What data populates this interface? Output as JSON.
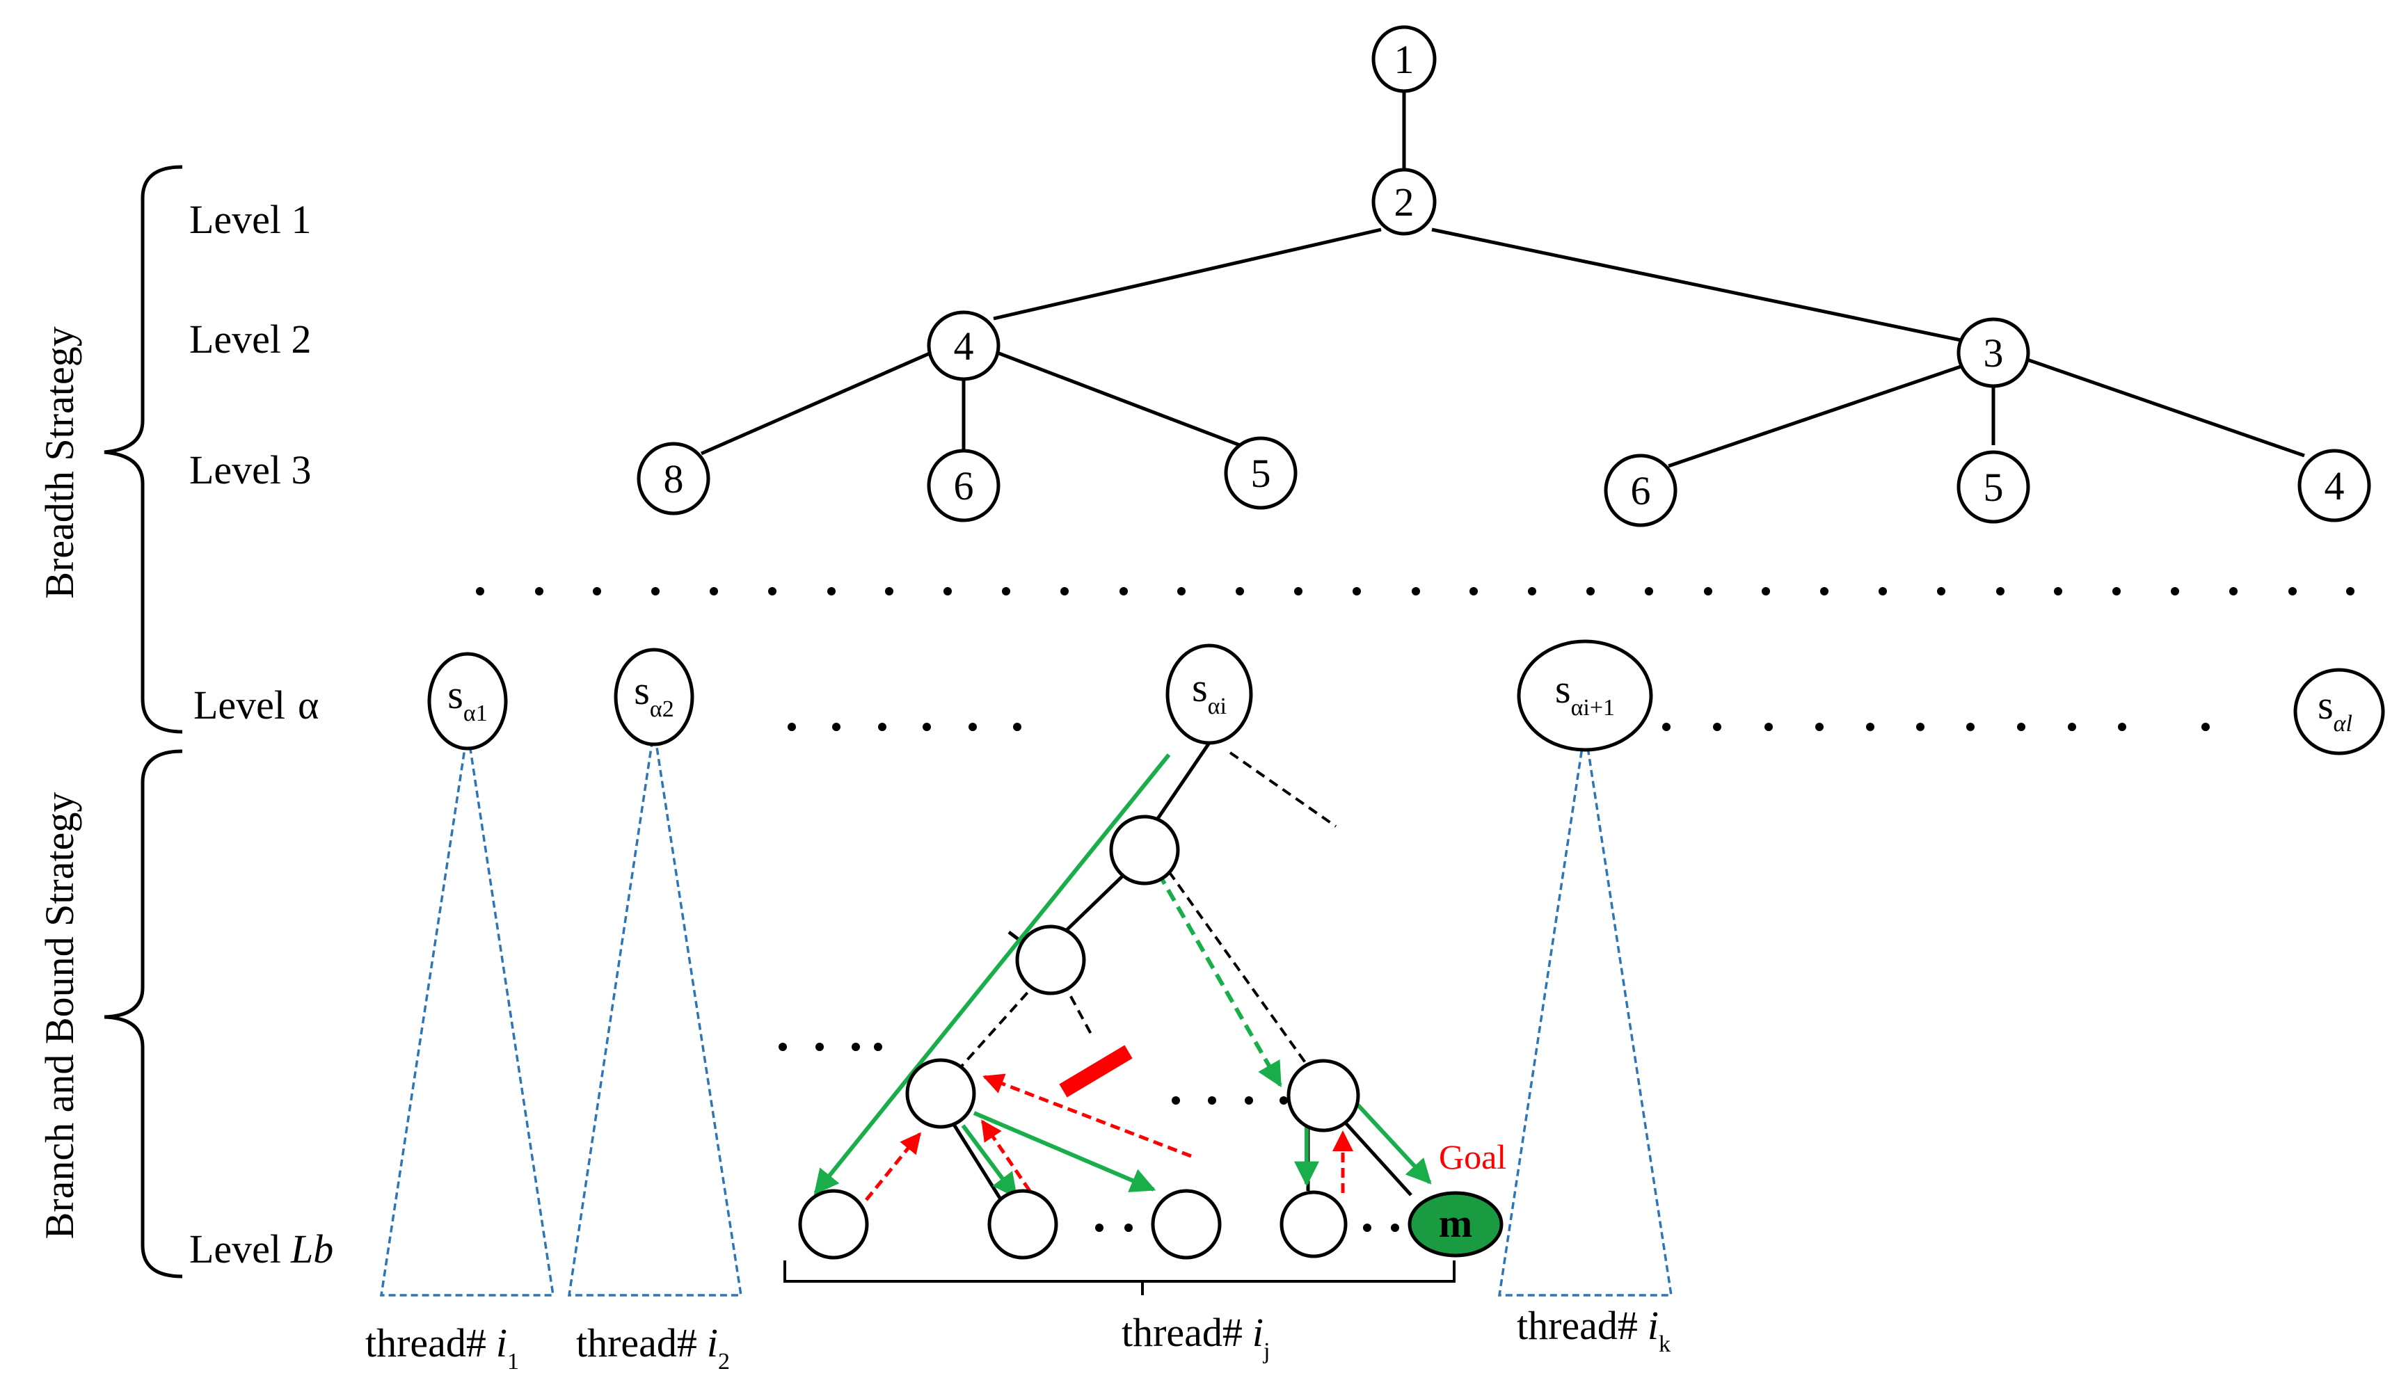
{
  "side_labels": {
    "breadth": "Breadth Strategy",
    "branch_bound": "Branch  and Bound Strategy"
  },
  "levels": {
    "level1": "Level 1",
    "level2": "Level 2",
    "level3": "Level 3",
    "level_alpha": "Level",
    "level_alpha_sym": "α",
    "level_lb": "Level",
    "level_lb_sym": "Lb"
  },
  "tree_nodes": {
    "root": "1",
    "l1": "2",
    "l2_left": "4",
    "l2_right": "3",
    "l3": [
      "8",
      "6",
      "5",
      "6",
      "5",
      "4"
    ]
  },
  "alpha_nodes": [
    {
      "base": "s",
      "sub": "α1"
    },
    {
      "base": "s",
      "sub": "α2"
    },
    {
      "base": "s",
      "sub": "αi"
    },
    {
      "base": "s",
      "sub": "αi+1"
    },
    {
      "base": "s",
      "sub": "αl"
    }
  ],
  "goal_node": {
    "text": "m",
    "label": "Goal",
    "color": "#1a9a41",
    "label_color": "#ff0000"
  },
  "threads": [
    {
      "prefix": "thread#",
      "var": "i",
      "sub": "1"
    },
    {
      "prefix": "thread#",
      "var": "i",
      "sub": "2"
    },
    {
      "prefix": "thread#",
      "var": "i",
      "sub": "j"
    },
    {
      "prefix": "thread#",
      "var": "i",
      "sub": "k"
    }
  ],
  "colors": {
    "green": "#1aae4a",
    "red": "#ff0000",
    "blue_dashed": "#2e75b6",
    "prune_bar": "#ff0000"
  }
}
